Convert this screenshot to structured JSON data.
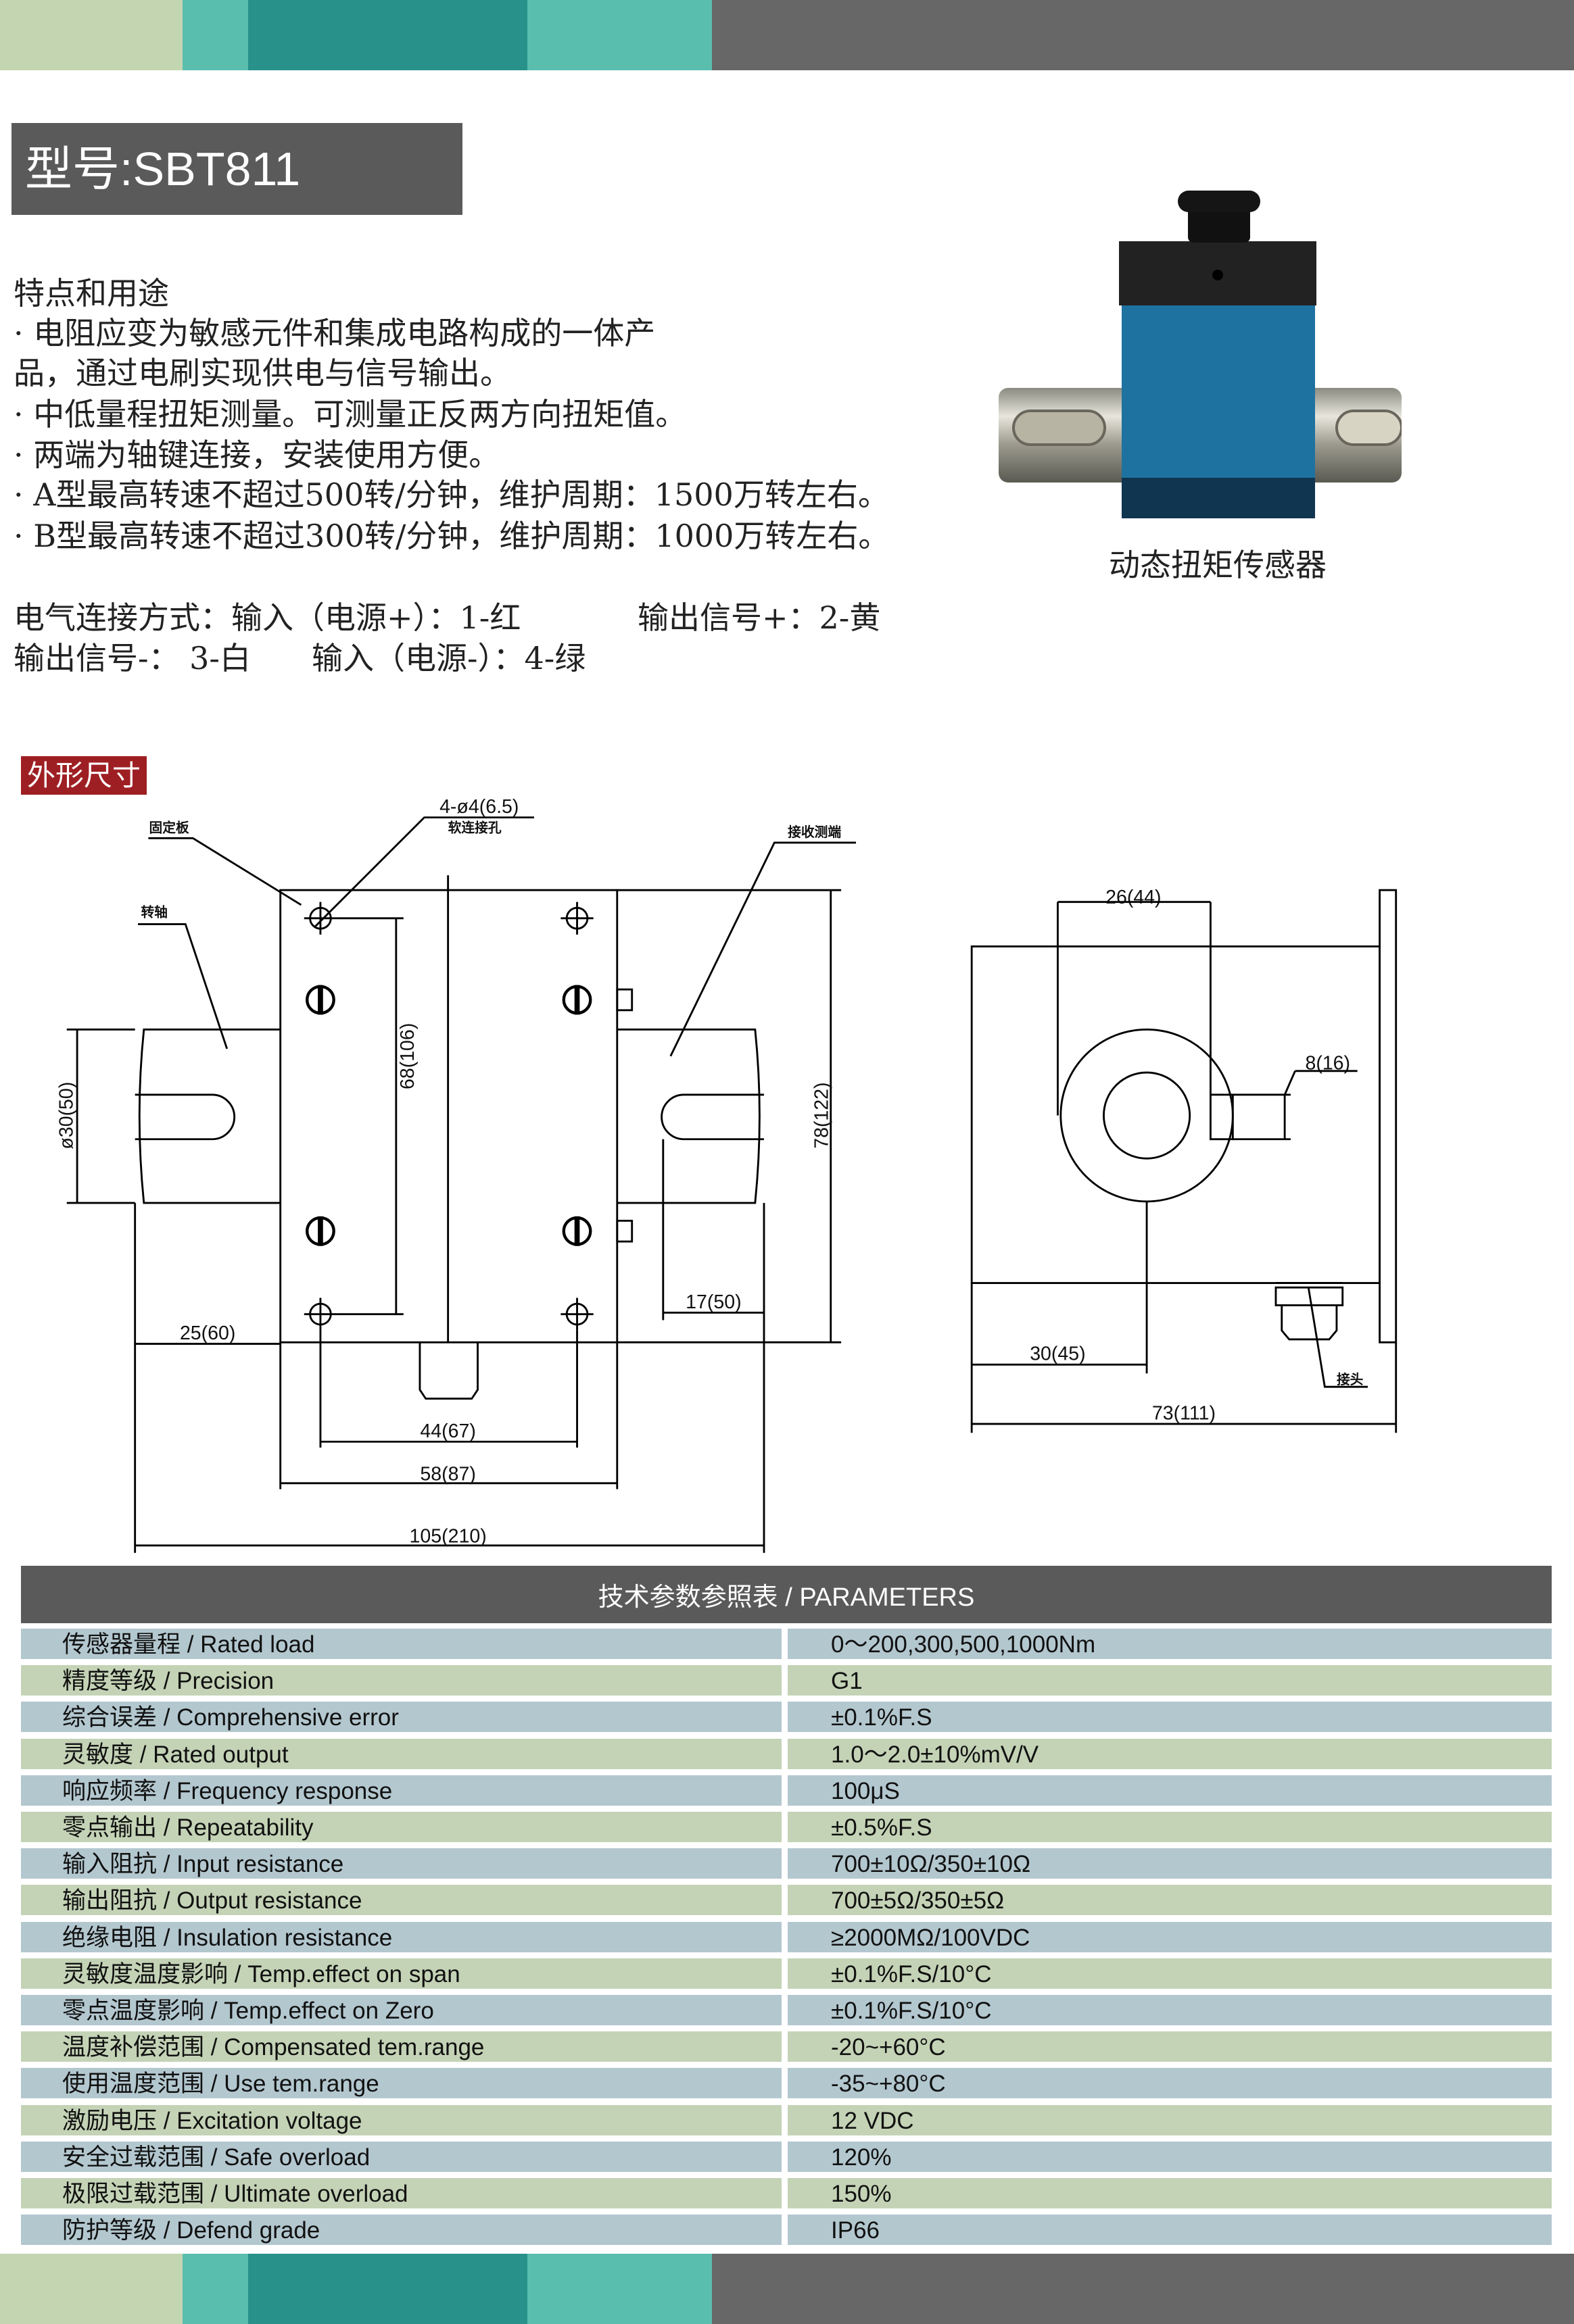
{
  "header": {
    "model_title": "型号:SBT811"
  },
  "features": {
    "heading": "特点和用途",
    "lines": [
      "· 电阻应变为敏感元件和集成电路构成的一体产",
      "品，通过电刷实现供电与信号输出。",
      "· 中低量程扭矩测量。可测量正反两方向扭矩值。",
      "· 两端为轴键连接，安装使用方便。",
      "· A型最高转速不超过500转/分钟，维护周期：1500万转左右。",
      "· B型最高转速不超过300转/分钟，维护周期：1000万转左右。"
    ]
  },
  "wiring": {
    "line1a": "电气连接方式：输入（电源+）：1-红",
    "line1b": "输出信号+：2-黄",
    "line2a": "输出信号-： 3-白",
    "line2b": "输入（电源-）：4-绿"
  },
  "photo": {
    "caption": "动态扭矩传感器"
  },
  "dimensions": {
    "section_label": "外形尺寸",
    "labels": {
      "fixed_plate": "固定板",
      "holes": "4-ø4(6.5)",
      "soft_connect_hole": "软连接孔",
      "shaft": "转轴",
      "receive_end": "接收测端",
      "connector": "接头"
    },
    "front": {
      "d_shaft": "ø30(50)",
      "hole_span_v": "68(106)",
      "height": "78(122)",
      "shaft_len_left": "25(60)",
      "shaft_len_right": "17(50)",
      "hole_span_h": "44(67)",
      "body_width": "58(87)",
      "total_len": "105(210)"
    },
    "side": {
      "key_offset": "26(44)",
      "key_width": "8(16)",
      "center_offset": "30(45)",
      "total": "73(111)"
    }
  },
  "parameters": {
    "title": "技术参数参照表 / PARAMETERS",
    "rows": [
      {
        "name": "传感器量程 / Rated load",
        "value": "0～200,300,500,1000Nm"
      },
      {
        "name": "精度等级 / Precision",
        "value": "G1"
      },
      {
        "name": "综合误差 / Comprehensive error",
        "value": "±0.1%F.S"
      },
      {
        "name": "灵敏度 / Rated output",
        "value": "1.0～2.0±10%mV/V"
      },
      {
        "name": "响应频率 / Frequency response",
        "value": "100μS"
      },
      {
        "name": "零点输出 / Repeatability",
        "value": "±0.5%F.S"
      },
      {
        "name": "输入阻抗 / Input resistance",
        "value": "700±10Ω/350±10Ω"
      },
      {
        "name": "输出阻抗 / Output resistance",
        "value": "700±5Ω/350±5Ω"
      },
      {
        "name": "绝缘电阻 / Insulation resistance",
        "value": "≥2000MΩ/100VDC"
      },
      {
        "name": "灵敏度温度影响 / Temp.effect on span",
        "value": "±0.1%F.S/10°C"
      },
      {
        "name": "零点温度影响 / Temp.effect on Zero",
        "value": "±0.1%F.S/10°C"
      },
      {
        "name": "温度补偿范围 / Compensated tem.range",
        "value": "-20~+60°C"
      },
      {
        "name": "使用温度范围 / Use tem.range",
        "value": "-35~+80°C"
      },
      {
        "name": "激励电压 / Excitation voltage",
        "value": "12 VDC"
      },
      {
        "name": "安全过载范围 / Safe overload",
        "value": "120%"
      },
      {
        "name": "极限过载范围 / Ultimate overload",
        "value": "150%"
      },
      {
        "name": "防护等级 / Defend grade",
        "value": "IP66"
      }
    ]
  }
}
